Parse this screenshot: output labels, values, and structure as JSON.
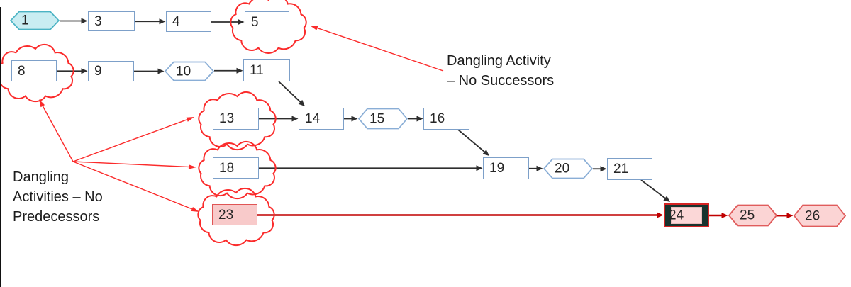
{
  "nodes": {
    "n1": {
      "label": "1"
    },
    "n3": {
      "label": "3"
    },
    "n4": {
      "label": "4"
    },
    "n5": {
      "label": "5"
    },
    "n8": {
      "label": "8"
    },
    "n9": {
      "label": "9"
    },
    "n10": {
      "label": "10"
    },
    "n11": {
      "label": "11"
    },
    "n13": {
      "label": "13"
    },
    "n14": {
      "label": "14"
    },
    "n15": {
      "label": "15"
    },
    "n16": {
      "label": "16"
    },
    "n18": {
      "label": "18"
    },
    "n19": {
      "label": "19"
    },
    "n20": {
      "label": "20"
    },
    "n21": {
      "label": "21"
    },
    "n23": {
      "label": "23"
    },
    "n24": {
      "label": "24"
    },
    "n25": {
      "label": "25"
    },
    "n26": {
      "label": "26"
    }
  },
  "edges": [
    {
      "from": "n1",
      "to": "n3",
      "critical": false
    },
    {
      "from": "n3",
      "to": "n4",
      "critical": false
    },
    {
      "from": "n4",
      "to": "n5",
      "critical": false
    },
    {
      "from": "n8",
      "to": "n9",
      "critical": false
    },
    {
      "from": "n9",
      "to": "n10",
      "critical": false
    },
    {
      "from": "n10",
      "to": "n11",
      "critical": false
    },
    {
      "from": "n11",
      "to": "n14",
      "critical": false
    },
    {
      "from": "n13",
      "to": "n14",
      "critical": false
    },
    {
      "from": "n14",
      "to": "n15",
      "critical": false
    },
    {
      "from": "n15",
      "to": "n16",
      "critical": false
    },
    {
      "from": "n16",
      "to": "n19",
      "critical": false
    },
    {
      "from": "n18",
      "to": "n19",
      "critical": false
    },
    {
      "from": "n19",
      "to": "n20",
      "critical": false
    },
    {
      "from": "n20",
      "to": "n21",
      "critical": false
    },
    {
      "from": "n21",
      "to": "n24",
      "critical": false
    },
    {
      "from": "n23",
      "to": "n24",
      "critical": true
    },
    {
      "from": "n24",
      "to": "n25",
      "critical": true
    },
    {
      "from": "n25",
      "to": "n26",
      "critical": true
    }
  ],
  "clouds": [
    "n5",
    "n8",
    "n13",
    "n18",
    "n23"
  ],
  "annotations": {
    "no_successors": {
      "line1": "Dangling Activity",
      "line2": "– No Successors",
      "targets": [
        "n5"
      ]
    },
    "no_predecessors": {
      "line1": "Dangling",
      "line2": "Activities – No",
      "line3": "Predecessors",
      "targets": [
        "n8",
        "n13",
        "n18",
        "n23"
      ]
    }
  },
  "colors": {
    "annotation_red": "#fb2b2b",
    "critical_red": "#c00000",
    "edge_black": "#2e2e2e",
    "node_border_blue": "#7da0c9",
    "start_node_fill": "#c9edf2",
    "start_node_border": "#4bb3c4",
    "flag_fill": "#fbd4d4",
    "flag_border": "#e05c5c",
    "critical_bar_fill": "#17332e"
  }
}
